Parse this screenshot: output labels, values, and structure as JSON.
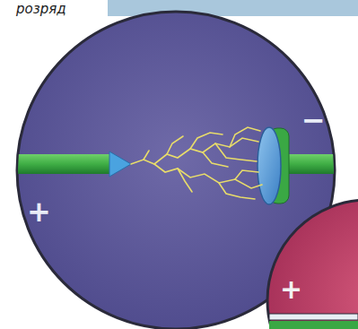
{
  "diagram": {
    "labels": [
      "розряд",
      "+",
      "−",
      "+"
    ]
  }
}
